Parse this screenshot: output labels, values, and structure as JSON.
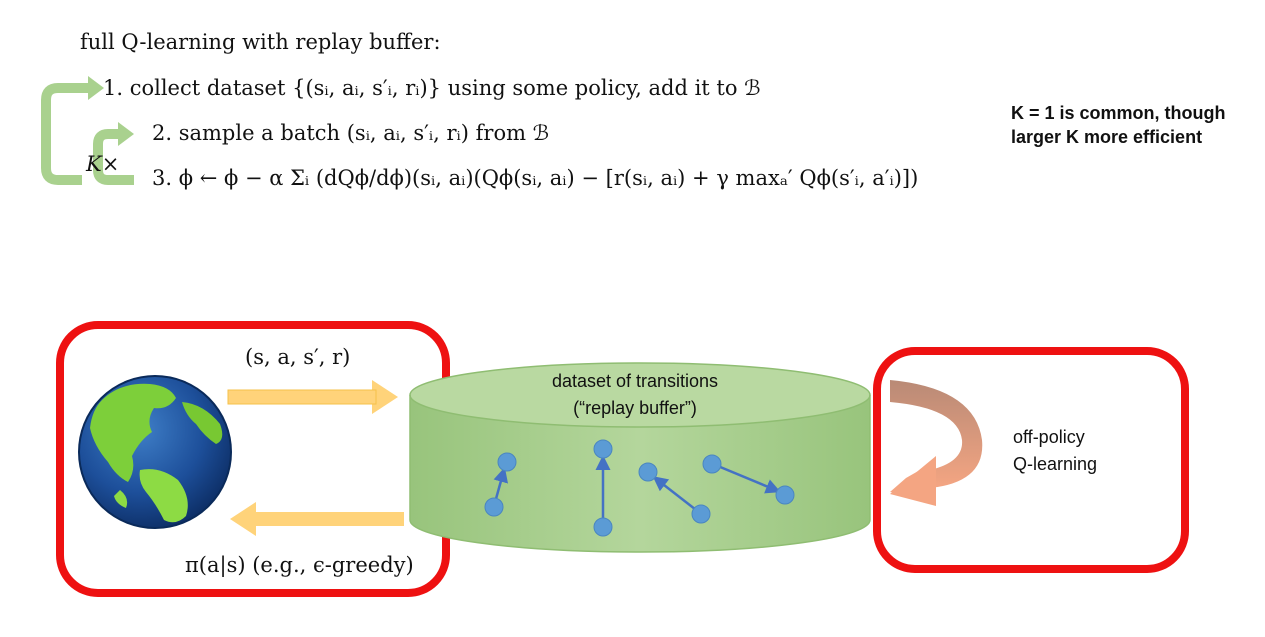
{
  "algorithm": {
    "heading": "full Q-learning with replay buffer:",
    "step1": "1. collect dataset {(sᵢ, aᵢ, s′ᵢ, rᵢ)} using some policy, add it to ℬ",
    "step2": "2. sample a batch (sᵢ, aᵢ, s′ᵢ, rᵢ) from ℬ",
    "step3": "3. ϕ ← ϕ − α Σᵢ (dQϕ/dϕ)(sᵢ, aᵢ)(Qϕ(sᵢ, aᵢ) − [r(sᵢ, aᵢ) + γ maxₐ′ Qϕ(s′ᵢ, a′ᵢ)])",
    "repeat_label": "K×"
  },
  "note": {
    "line1": "K = 1 is common, though",
    "line2": "larger K more efficient"
  },
  "diagram": {
    "tuple_label": "(s, a, s′, r)",
    "policy_label": "π(a|s) (e.g., ϵ-greedy)",
    "buffer_line1": "dataset of transitions",
    "buffer_line2": "(“replay buffer”)",
    "learner_line1": "off-policy",
    "learner_line2": "Q-learning"
  },
  "icons": {
    "world": "globe-icon",
    "loop": "loop-arrow-icon",
    "curved": "curved-arrow-icon"
  },
  "colors": {
    "highlight_box": "#ee1111",
    "loop_arrow": "#a9d18e",
    "flow_arrow": "#ffd37a",
    "cylinder": "#a9d18e",
    "dots": "#5b9bd5",
    "curved_arrow": "#f4a582"
  }
}
